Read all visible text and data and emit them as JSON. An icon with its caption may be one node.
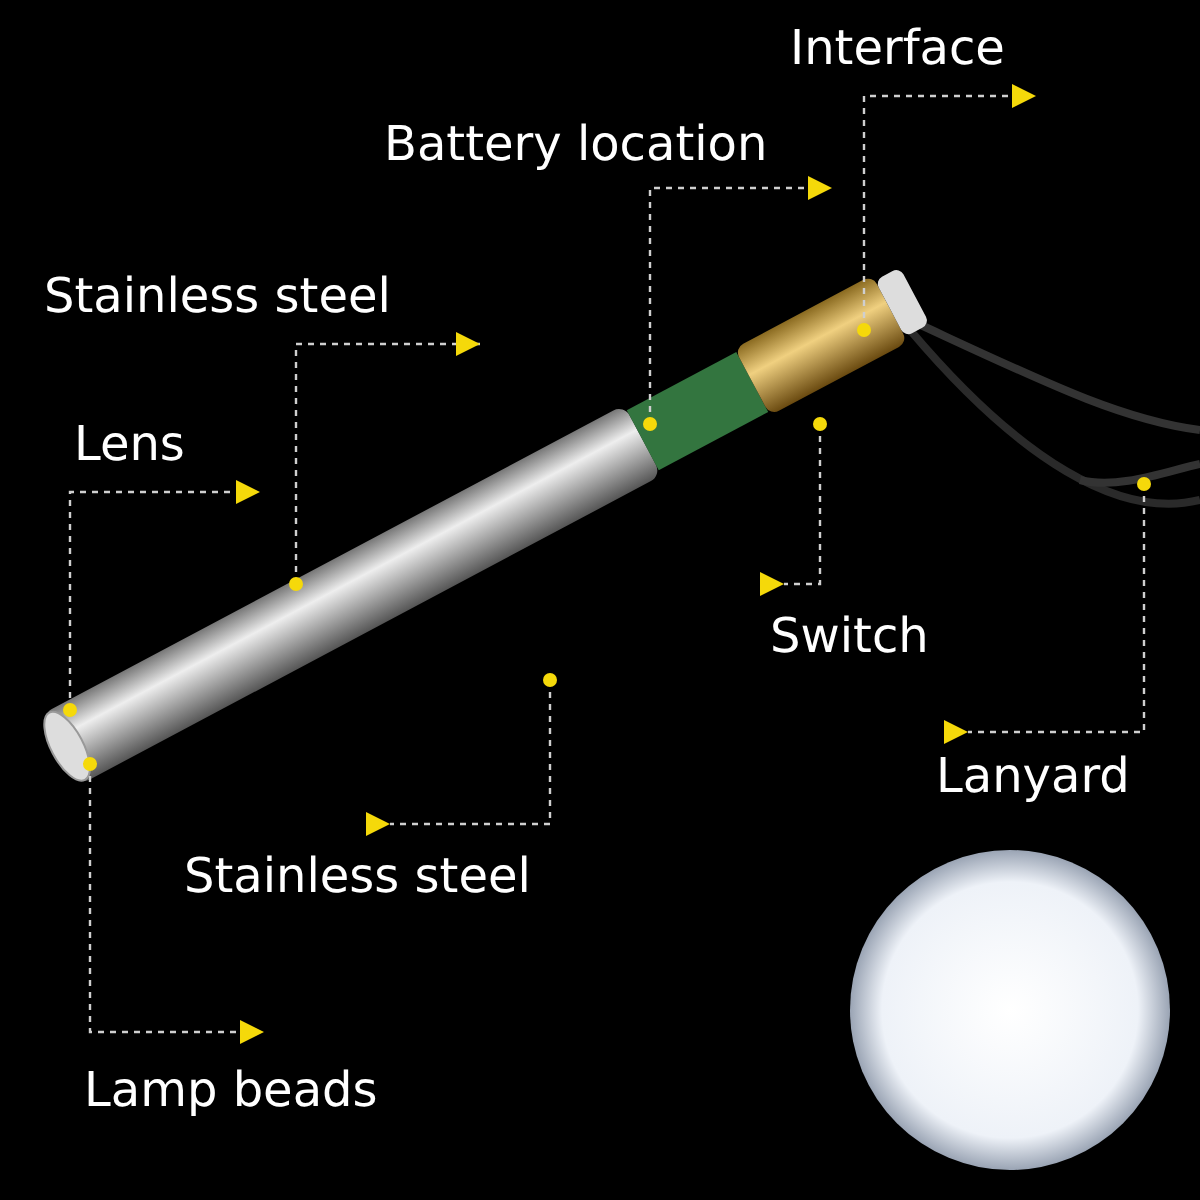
{
  "diagram": {
    "nodes": [
      {
        "text": [
          "Interface"
        ]
      },
      {
        "text": [
          "Battery location"
        ]
      },
      {
        "text": [
          "Stainless steel"
        ]
      },
      {
        "text": [
          "Lens"
        ]
      },
      {
        "text": [
          "Switch"
        ]
      },
      {
        "text": [
          "Lanyard"
        ]
      },
      {
        "text": [
          "Stainless steel"
        ]
      },
      {
        "text": [
          "Lamp beads"
        ]
      }
    ],
    "edges": [
      {
        "from": null,
        "to": 0,
        "arrow": "to"
      },
      {
        "from": null,
        "to": 1,
        "arrow": "to"
      },
      {
        "from": null,
        "to": 2,
        "arrow": "to"
      },
      {
        "from": null,
        "to": 3,
        "arrow": "to"
      },
      {
        "from": null,
        "to": 4,
        "arrow": "to"
      },
      {
        "from": null,
        "to": 5,
        "arrow": "to"
      },
      {
        "from": null,
        "to": 6,
        "arrow": "to"
      },
      {
        "from": null,
        "to": 7,
        "arrow": "to"
      }
    ]
  }
}
